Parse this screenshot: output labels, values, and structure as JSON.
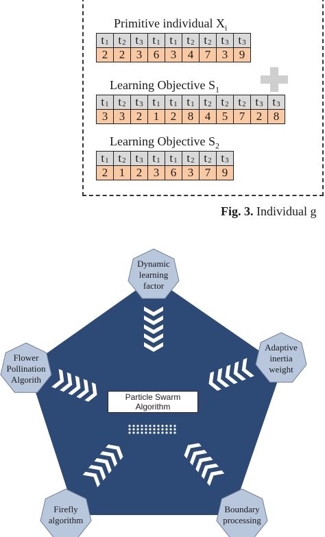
{
  "genes": {
    "primitive": {
      "label": "Primitive individual X",
      "label_sub": "i",
      "tasks": [
        "1",
        "2",
        "3",
        "1",
        "1",
        "2",
        "2",
        "3",
        "3"
      ],
      "values": [
        "2",
        "2",
        "3",
        "6",
        "3",
        "4",
        "7",
        "3",
        "9"
      ]
    },
    "objective1": {
      "label": "Learning Objective S",
      "label_sub": "1",
      "tasks": [
        "1",
        "2",
        "3",
        "1",
        "1",
        "1",
        "2",
        "2",
        "2",
        "3",
        "3"
      ],
      "values": [
        "3",
        "3",
        "2",
        "1",
        "2",
        "8",
        "4",
        "5",
        "7",
        "2",
        "8"
      ]
    },
    "objective2": {
      "label": "Learning Objective S",
      "label_sub": "2",
      "tasks": [
        "1",
        "2",
        "3",
        "1",
        "1",
        "2",
        "2",
        "3"
      ],
      "values": [
        "2",
        "1",
        "2",
        "3",
        "6",
        "3",
        "7",
        "9"
      ]
    },
    "task_prefix": "t"
  },
  "caption": {
    "fig": "Fig. 3.",
    "text": "Individual g"
  },
  "diagram": {
    "center_label_line1": "Particle Swarm",
    "center_label_line2": "Algorithm",
    "nodes": [
      {
        "line1": "Dynamic",
        "line2": "learning",
        "line3": "factor"
      },
      {
        "line1": "Adaptive",
        "line2": "inertia",
        "line3": "weight"
      },
      {
        "line1": "Boundary",
        "line2": "processing",
        "line3": ""
      },
      {
        "line1": "Firefly",
        "line2": "algorithm",
        "line3": ""
      },
      {
        "line1": "Flower",
        "line2": "Pollination",
        "line3": "Algorith"
      }
    ],
    "colors": {
      "pentagon": "#2c4a75",
      "node_fill": "#b8c7dc",
      "chevron": "#ffffff"
    }
  }
}
